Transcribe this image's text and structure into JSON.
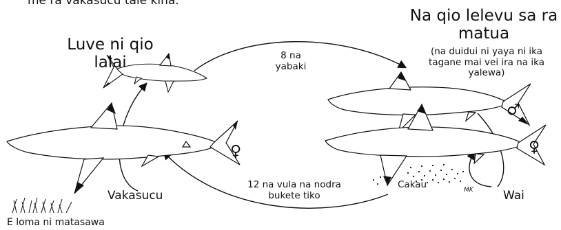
{
  "top_clipped_text": "me ra vakasucu tale kina.",
  "labels": {
    "juvenile_title_line1": "Luve ni qio",
    "juvenile_title_line2": "lalai",
    "adult_title_line1": "Na qio lelevu sa ra",
    "adult_title_line2": "matua",
    "adult_note_line1": "(na duidui ni yaya ni ika",
    "adult_note_line2": "tagane mai vei ira na ika",
    "adult_note_line3": "yalewa)",
    "years_line1": "8 na",
    "years_line2": "yabaki",
    "gestation_line1": "12 na vula na nodra",
    "gestation_line2": "bukete tiko",
    "birth": "Vakasucu",
    "reef": "Cakau",
    "water": "Wai",
    "seagrass": "E loma ni matasawa",
    "artist_initials": "MK"
  },
  "symbols": {
    "male": "♂",
    "female": "♀"
  }
}
